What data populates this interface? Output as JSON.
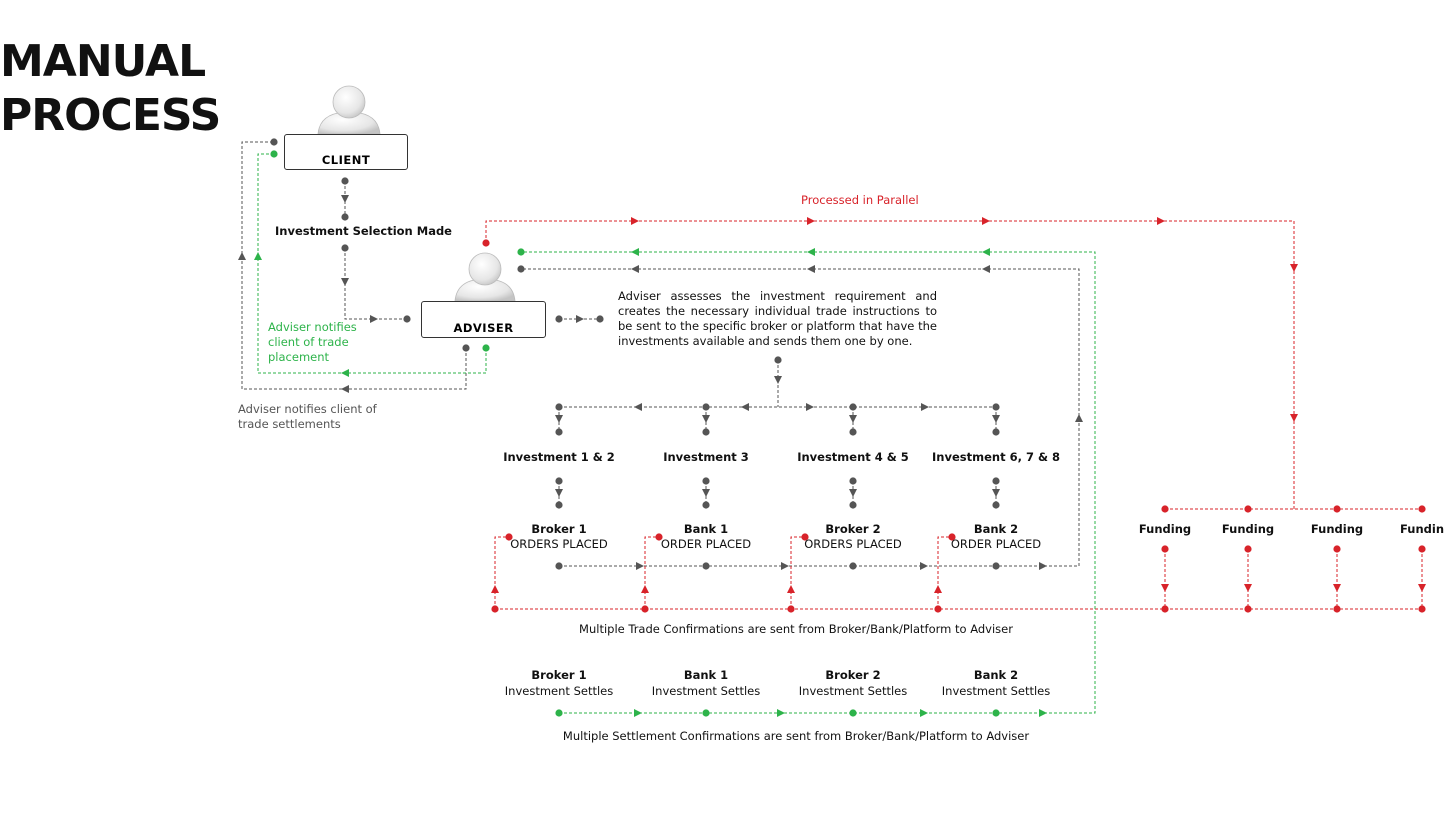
{
  "title": {
    "line1": "MANUAL",
    "line2": "PROCESS"
  },
  "client": {
    "label": "CLIENT"
  },
  "adviser": {
    "label": "ADVISER"
  },
  "investment_selection": "Investment Selection Made",
  "processed_parallel": "Processed in Parallel",
  "adviser_description": "Adviser assesses the investment requirement and creates the necessary individual trade instructions to be sent to the specific broker or platform that have the investments available and sends them one by one.",
  "notify_placement": [
    "Adviser notifies",
    "client of trade",
    "placement"
  ],
  "notify_settlement": [
    "Adviser notifies client of",
    "trade settlements"
  ],
  "investments": [
    "Investment 1 & 2",
    "Investment 3",
    "Investment 4 & 5",
    "Investment 6, 7 & 8"
  ],
  "orders": [
    {
      "name": "Broker 1",
      "status": "ORDERS PLACED"
    },
    {
      "name": "Bank 1",
      "status": "ORDER PLACED"
    },
    {
      "name": "Broker 2",
      "status": "ORDERS PLACED"
    },
    {
      "name": "Bank 2",
      "status": "ORDER PLACED"
    }
  ],
  "funding": [
    "Funding",
    "Funding",
    "Funding",
    "Funding"
  ],
  "trade_confirmations": "Multiple Trade Confirmations are sent from Broker/Bank/Platform to Adviser",
  "settlements": [
    {
      "name": "Broker 1",
      "status": "Investment Settles"
    },
    {
      "name": "Bank 1",
      "status": "Investment Settles"
    },
    {
      "name": "Broker 2",
      "status": "Investment Settles"
    },
    {
      "name": "Bank 2",
      "status": "Investment Settles"
    }
  ],
  "settlement_confirmations": "Multiple Settlement  Confirmations are sent from Broker/Bank/Platform to Adviser",
  "colors": {
    "grey": "#555555",
    "green": "#2db34a",
    "red": "#d8232a"
  }
}
